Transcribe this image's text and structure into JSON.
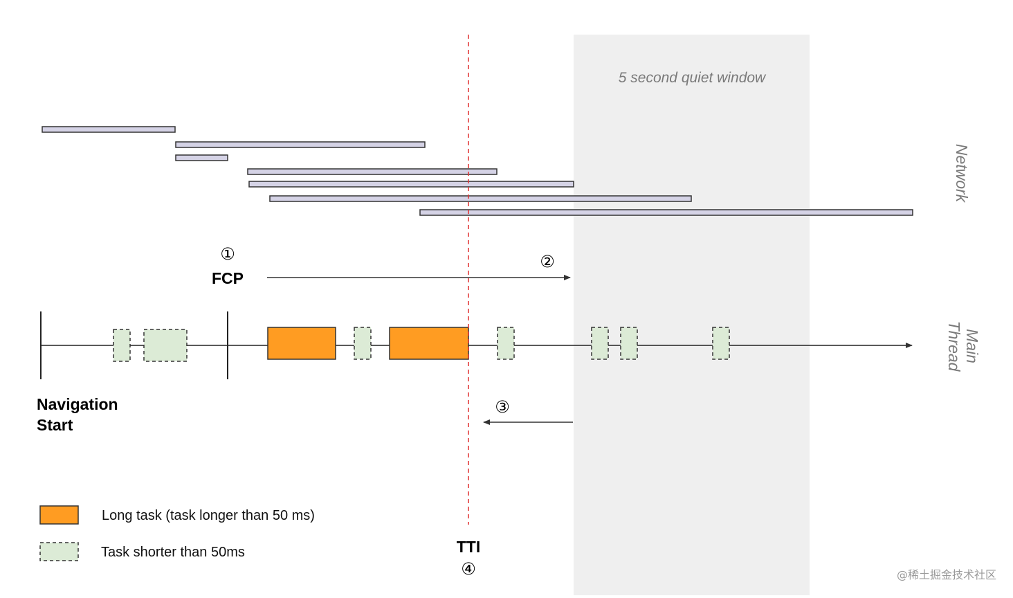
{
  "quiet_window": {
    "label": "5 second quiet window"
  },
  "lanes": {
    "network": "Network",
    "main_thread_line1": "Main",
    "main_thread_line2": "Thread"
  },
  "labels": {
    "nav_start_line1": "Navigation",
    "nav_start_line2": "Start",
    "fcp": "FCP",
    "tti": "TTI"
  },
  "markers": {
    "m1": "①",
    "m2": "②",
    "m3": "③",
    "m4": "④"
  },
  "legend": {
    "long_task": "Long task (task longer than 50 ms)",
    "short_task": "Task shorter than 50ms"
  },
  "watermark": "@稀土掘金技术社区",
  "colors": {
    "long_task": "#FF9C22",
    "short_task": "#DCEBD6",
    "network_bar": "#D5D3E6",
    "quiet_window": "#EFEFEF",
    "tti_line": "#E03030"
  }
}
